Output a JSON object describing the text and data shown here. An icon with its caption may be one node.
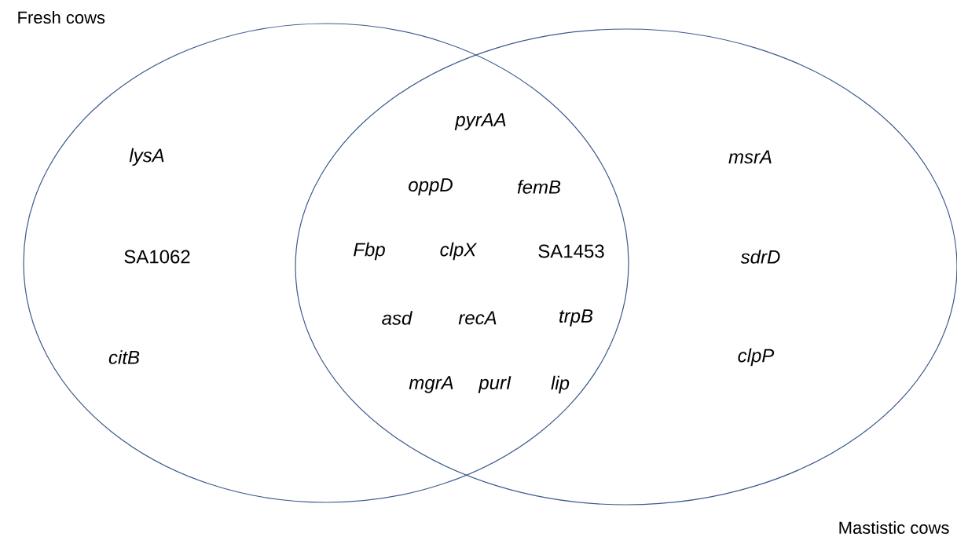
{
  "diagram": {
    "nodes": [
      {
        "text": [
          "Fresh cows"
        ]
      },
      {
        "text": [
          "Mastistic cows"
        ]
      }
    ],
    "edges": [],
    "labels": [
      "pyrAA",
      "lysA",
      "msrA",
      "oppD",
      "femB",
      "SA1062",
      "Fbp",
      "clpX",
      "SA1453",
      "sdrD",
      "asd",
      "recA",
      "trpB",
      "citB",
      "clpP",
      "mgrA",
      "purI",
      "lip"
    ]
  }
}
